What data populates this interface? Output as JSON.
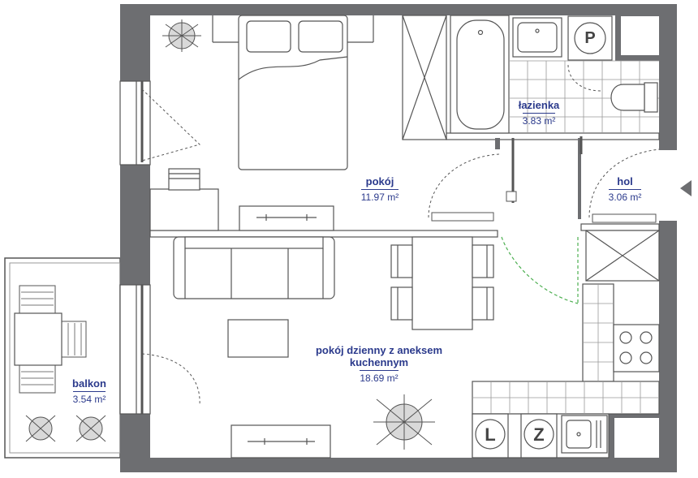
{
  "rooms": {
    "lazienka": {
      "name": "łazienka",
      "area": "3.83 m²"
    },
    "pokoj": {
      "name": "pokój",
      "area": "11.97 m²"
    },
    "hol": {
      "name": "hol",
      "area": "3.06 m²"
    },
    "dzienny": {
      "name_line1": "pokój dzienny z aneksem",
      "name_line2": "kuchennym",
      "area": "18.69 m²"
    },
    "balkon": {
      "name": "balkon",
      "area": "3.54 m²"
    }
  },
  "appliance_letters": {
    "boiler": "P",
    "washer": "L",
    "fridge": "Z"
  },
  "colors": {
    "wall": "#6d6e71",
    "label": "#2b3a8c",
    "line": "#555555",
    "door_dashed": "#4caf50"
  }
}
